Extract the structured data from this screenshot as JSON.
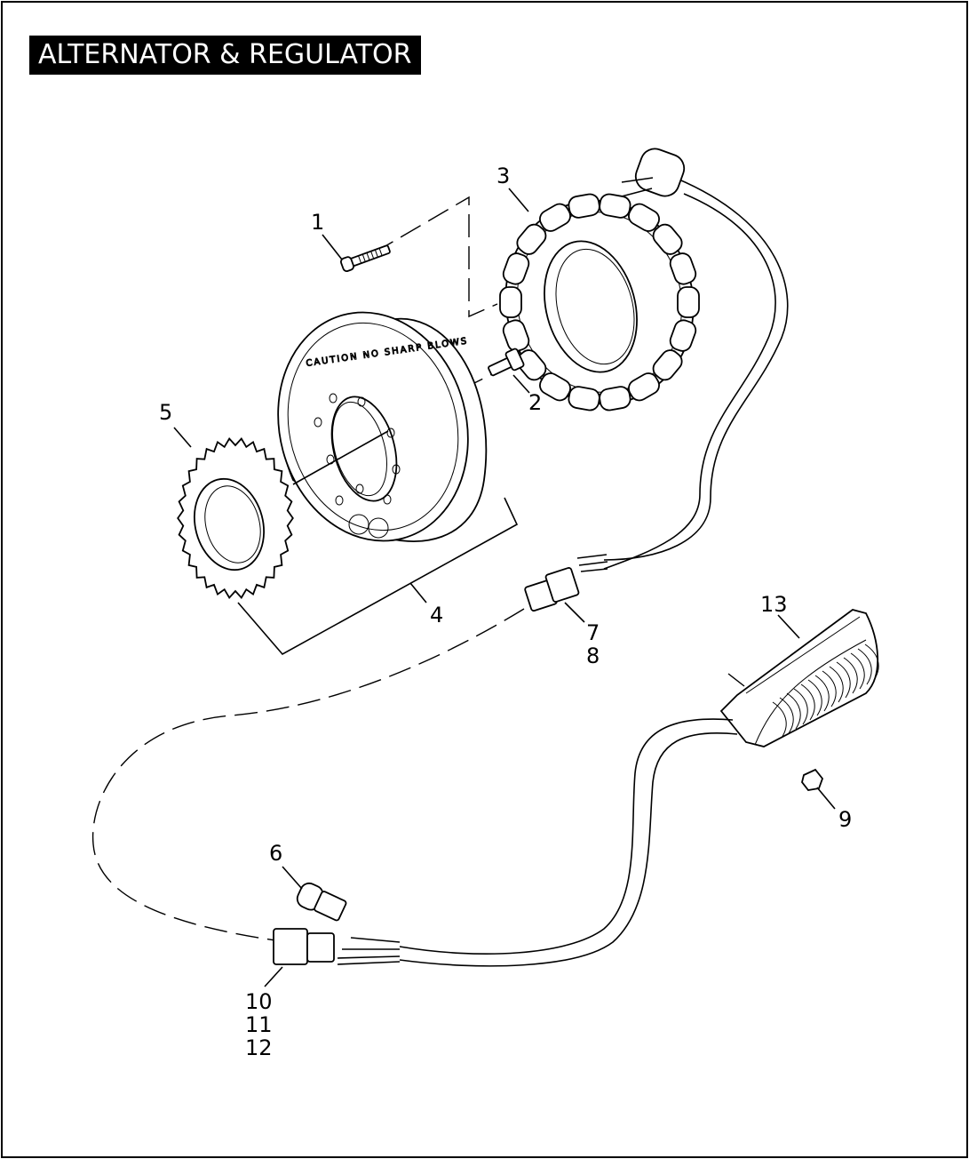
{
  "title": "ALTERNATOR & REGULATOR",
  "rotor_marking": "CAUTION NO SHARP BLOWS",
  "callouts": {
    "c1": "1",
    "c2": "2",
    "c3": "3",
    "c4": "4",
    "c5": "5",
    "c6": "6",
    "c7": "7",
    "c8": "8",
    "c9": "9",
    "c10": "10",
    "c11": "11",
    "c12": "12",
    "c13": "13"
  }
}
